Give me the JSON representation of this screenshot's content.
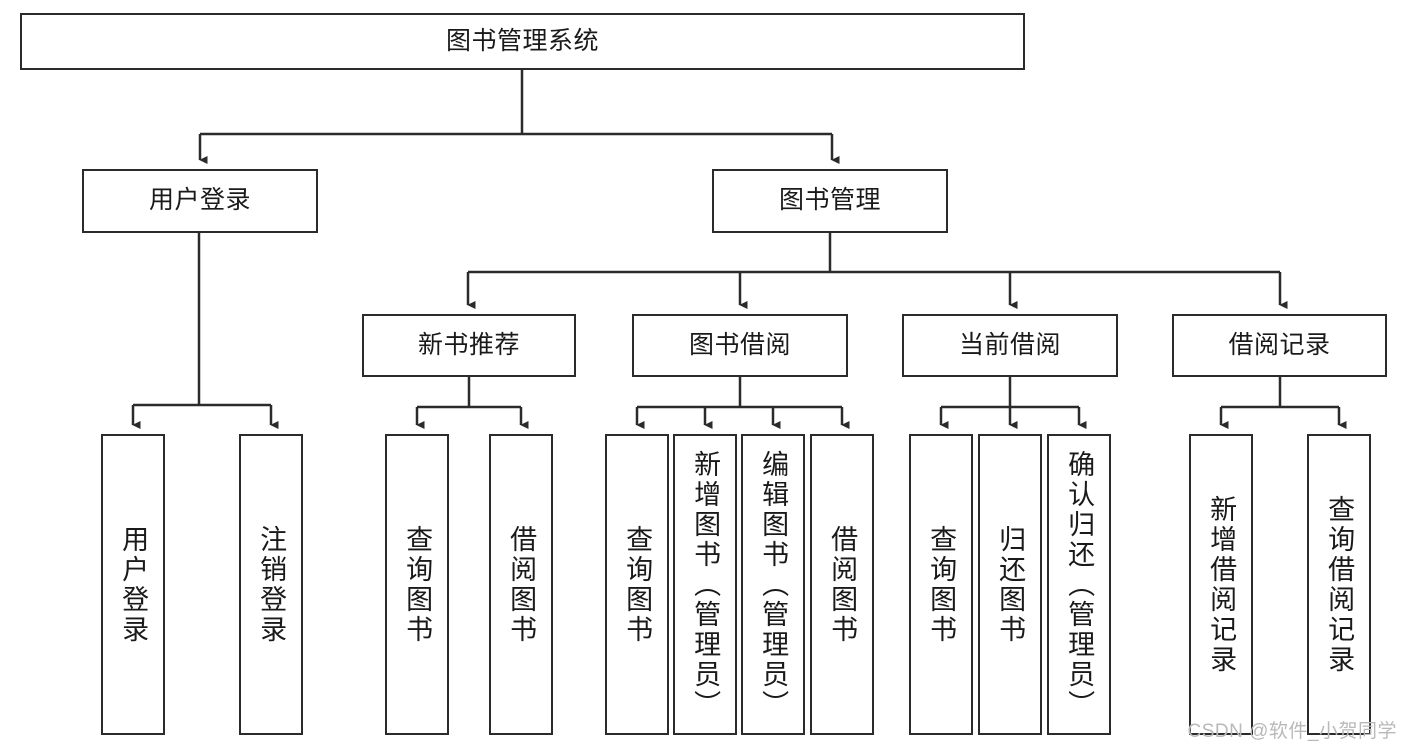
{
  "diagram": {
    "title": "图书管理系统",
    "type": "hierarchy-tree",
    "watermark": "CSDN @软件_小贺同学",
    "colors": {
      "stroke": "#2b2b2b",
      "fill": "#ffffff",
      "text": "#1a1a1a",
      "watermark": "#b9b9b9"
    },
    "nodes": {
      "root": {
        "label": "图书管理系统"
      },
      "level2": [
        {
          "id": "user-login",
          "label": "用户登录"
        },
        {
          "id": "book-manage",
          "label": "图书管理"
        }
      ],
      "level3": [
        {
          "id": "new-book-rec",
          "label": "新书推荐"
        },
        {
          "id": "book-borrow",
          "label": "图书借阅"
        },
        {
          "id": "current-borrow",
          "label": "当前借阅"
        },
        {
          "id": "borrow-record",
          "label": "借阅记录"
        }
      ],
      "leaves": {
        "user_login": [
          {
            "id": "leaf-user-login",
            "label": "用户登录"
          },
          {
            "id": "leaf-logout",
            "label": "注销登录"
          }
        ],
        "new_book_rec": [
          {
            "id": "leaf-query-book-1",
            "label": "查询图书"
          },
          {
            "id": "leaf-borrow-book-1",
            "label": "借阅图书"
          }
        ],
        "book_borrow": [
          {
            "id": "leaf-query-book-2",
            "label": "查询图书"
          },
          {
            "id": "leaf-add-book",
            "label": "新增图书（管理员）"
          },
          {
            "id": "leaf-edit-book",
            "label": "编辑图书（管理员）"
          },
          {
            "id": "leaf-borrow-book-2",
            "label": "借阅图书"
          }
        ],
        "current_borrow": [
          {
            "id": "leaf-query-book-3",
            "label": "查询图书"
          },
          {
            "id": "leaf-return-book",
            "label": "归还图书"
          },
          {
            "id": "leaf-confirm-return",
            "label": "确认归还（管理员）"
          }
        ],
        "borrow_record": [
          {
            "id": "leaf-add-record",
            "label": "新增借阅记录"
          },
          {
            "id": "leaf-query-record",
            "label": "查询借阅记录"
          }
        ]
      }
    }
  }
}
